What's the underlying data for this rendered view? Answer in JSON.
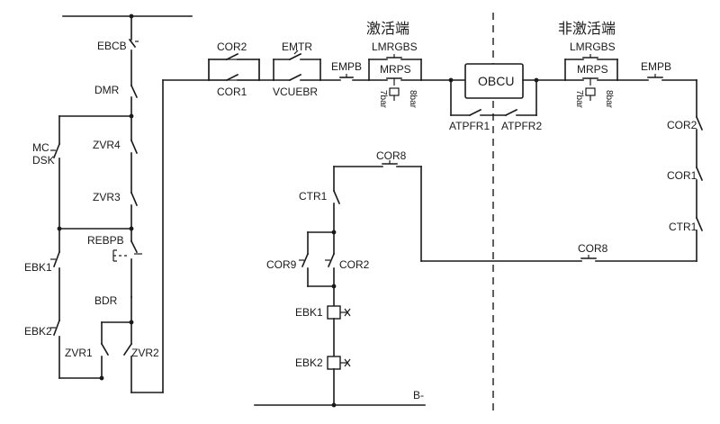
{
  "zones": {
    "active": "激活端",
    "inactive": "非激活端"
  },
  "box": "OBCU",
  "bus_label": "B-",
  "labels": {
    "ebcb": "EBCB",
    "dmr": "DMR",
    "mc": "MC",
    "dsk": "DSK",
    "zvr4": "ZVR4",
    "zvr3": "ZVR3",
    "rebpb": "REBPB",
    "ebk1_left": "EBK1",
    "ebk2_left": "EBK2",
    "bdr": "BDR",
    "zvr1": "ZVR1",
    "zvr2": "ZVR2",
    "cor2_top": "COR2",
    "cor1_top": "COR1",
    "emtr": "EMTR",
    "vcuebr": "VCUEBR",
    "empb_left": "EMPB",
    "lmrgbs_left": "LMRGBS",
    "mrps_left": "MRPS",
    "p8bar_left": "8bar",
    "p7bar_left": "7bar",
    "atpfr1": "ATPFR1",
    "atpfr2": "ATPFR2",
    "lmrgbs_right": "LMRGBS",
    "mrps_right": "MRPS",
    "p8bar_right": "8bar",
    "p7bar_right": "7bar",
    "empb_right": "EMPB",
    "cor2_right": "COR2",
    "cor1_right": "COR1",
    "ctr1_right": "CTR1",
    "cor8_top": "COR8",
    "ctr1_mid": "CTR1",
    "cor8_bottom": "COR8",
    "cor9": "COR9",
    "cor2_mid": "COR2",
    "ebk1_coil": "EBK1",
    "ebk2_coil": "EBK2"
  }
}
